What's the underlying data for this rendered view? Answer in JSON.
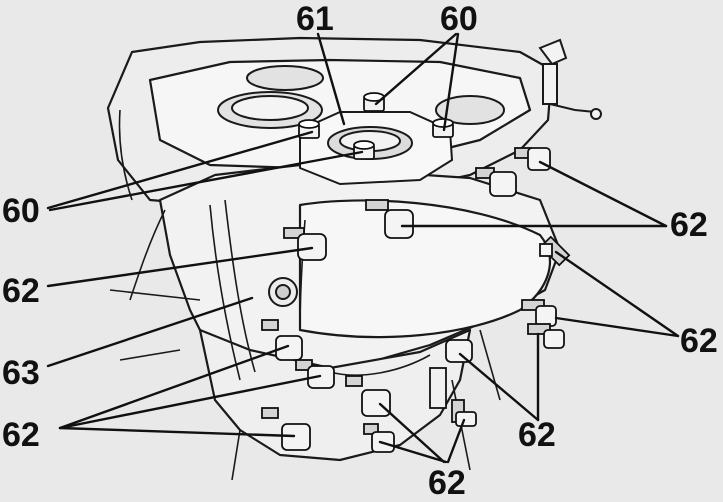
{
  "callouts": {
    "c61": "61",
    "c60_top": "60",
    "c60_left": "60",
    "c62_right_upper": "62",
    "c62_left_upper": "62",
    "c63": "63",
    "c62_right_lower": "62",
    "c62_left_lower": "62",
    "c62_bottom_mid": "62",
    "c62_bottom": "62"
  },
  "colors": {
    "ink": "#1a1a1a",
    "paper": "#e9e9e9",
    "casting": "#f4f4f4"
  }
}
